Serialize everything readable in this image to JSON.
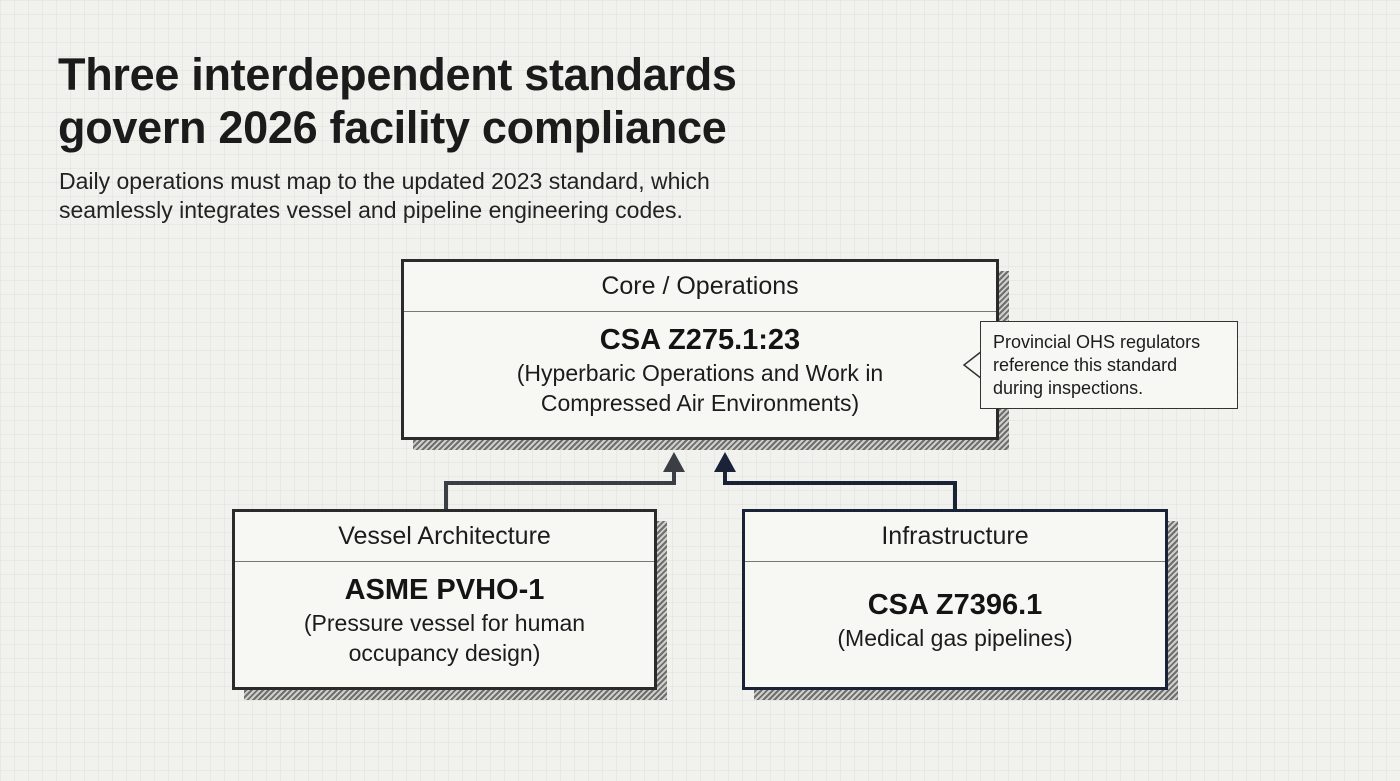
{
  "header": {
    "title_line1": "Three interdependent standards",
    "title_line2": "govern 2026 facility compliance",
    "subtitle_line1": "Daily operations must map to the updated 2023 standard, which",
    "subtitle_line2": "seamlessly integrates vessel and pipeline engineering codes."
  },
  "core": {
    "heading": "Core / Operations",
    "code": "CSA Z275.1:23",
    "desc_line1": "(Hyperbaric Operations and Work in",
    "desc_line2": "Compressed Air Environments)"
  },
  "vessel": {
    "heading": "Vessel Architecture",
    "code": "ASME PVHO-1",
    "desc_line1": "(Pressure vessel for human",
    "desc_line2": "occupancy design)"
  },
  "infrastructure": {
    "heading": "Infrastructure",
    "code": "CSA Z7396.1",
    "desc_line1": "(Medical gas pipelines)"
  },
  "callout": {
    "line1": "Provincial OHS regulators",
    "line2": "reference this standard",
    "line3": "during inspections."
  },
  "colors": {
    "background": "#f1f1ee",
    "box_border": "#2b2b2b",
    "navy_border": "#1a2238",
    "connector_gray": "#3b3f45",
    "connector_navy": "#1a2238"
  }
}
